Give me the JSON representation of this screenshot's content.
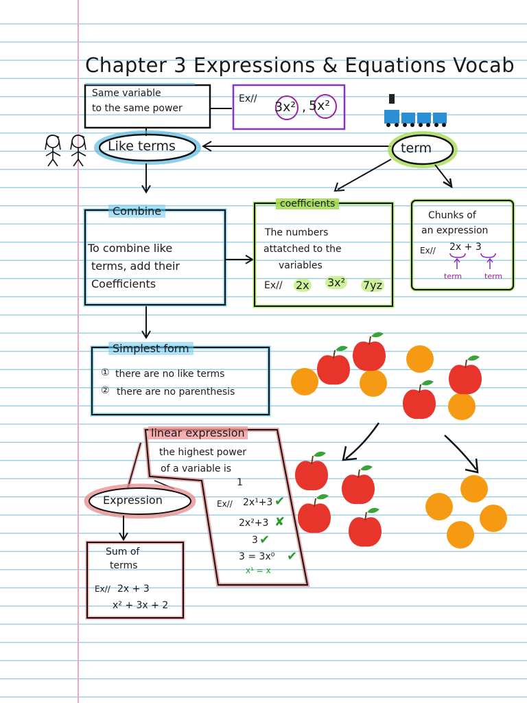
{
  "title": "Chapter 3 Expressions & Equations Vocab",
  "same_variable": {
    "line1": "Same variable",
    "line2": "to the same power"
  },
  "example_box": {
    "prefix": "Ex//",
    "items": [
      "3x²",
      "5x²"
    ]
  },
  "like_terms": {
    "label": "Like terms"
  },
  "term": {
    "label": "term"
  },
  "combine": {
    "label": "Combine",
    "line1": "To combine like",
    "line2": "terms, add their",
    "line3": "Coefficients"
  },
  "coefficients": {
    "label": "coefficients",
    "line1": "The numbers",
    "line2": "attatched to the",
    "line3": "variables",
    "example_prefix": "Ex//",
    "examples": [
      "2x",
      "3x²",
      "7yz"
    ]
  },
  "chunks": {
    "line1": "Chunks of",
    "line2": "an expression",
    "example_prefix": "Ex//",
    "example": "2x + 3",
    "term_label_1": "term",
    "term_label_2": "term"
  },
  "simplest_form": {
    "label": "Simplest form",
    "item1_num": "①",
    "item1": "there are no like terms",
    "item2_num": "②",
    "item2": "there are no parenthesis"
  },
  "linear_expression": {
    "label": "linear expression",
    "line1": "the highest power",
    "line2": "of a variable is",
    "line3": "1",
    "example_prefix": "Ex//",
    "examples": [
      {
        "expr": "2x¹+3",
        "mark": "✔"
      },
      {
        "expr": "2x²+3",
        "mark": "✘"
      },
      {
        "expr": "3",
        "mark": "✔"
      },
      {
        "expr": "3 = 3x⁰",
        "mark": "✔"
      }
    ],
    "note": "x¹ = x"
  },
  "expression": {
    "label": "Expression",
    "line1": "Sum of",
    "line2": "terms",
    "example_prefix": "Ex//",
    "example1": "2x + 3",
    "example2": "x² + 3x + 2"
  },
  "colors": {
    "blue": "#4fb6dc",
    "green": "#a6dd55",
    "pink": "#e58a8a",
    "purple": "#8b2fc9",
    "apple": "#e8352b",
    "orange": "#f59a12",
    "check": "#2a9a2a"
  }
}
